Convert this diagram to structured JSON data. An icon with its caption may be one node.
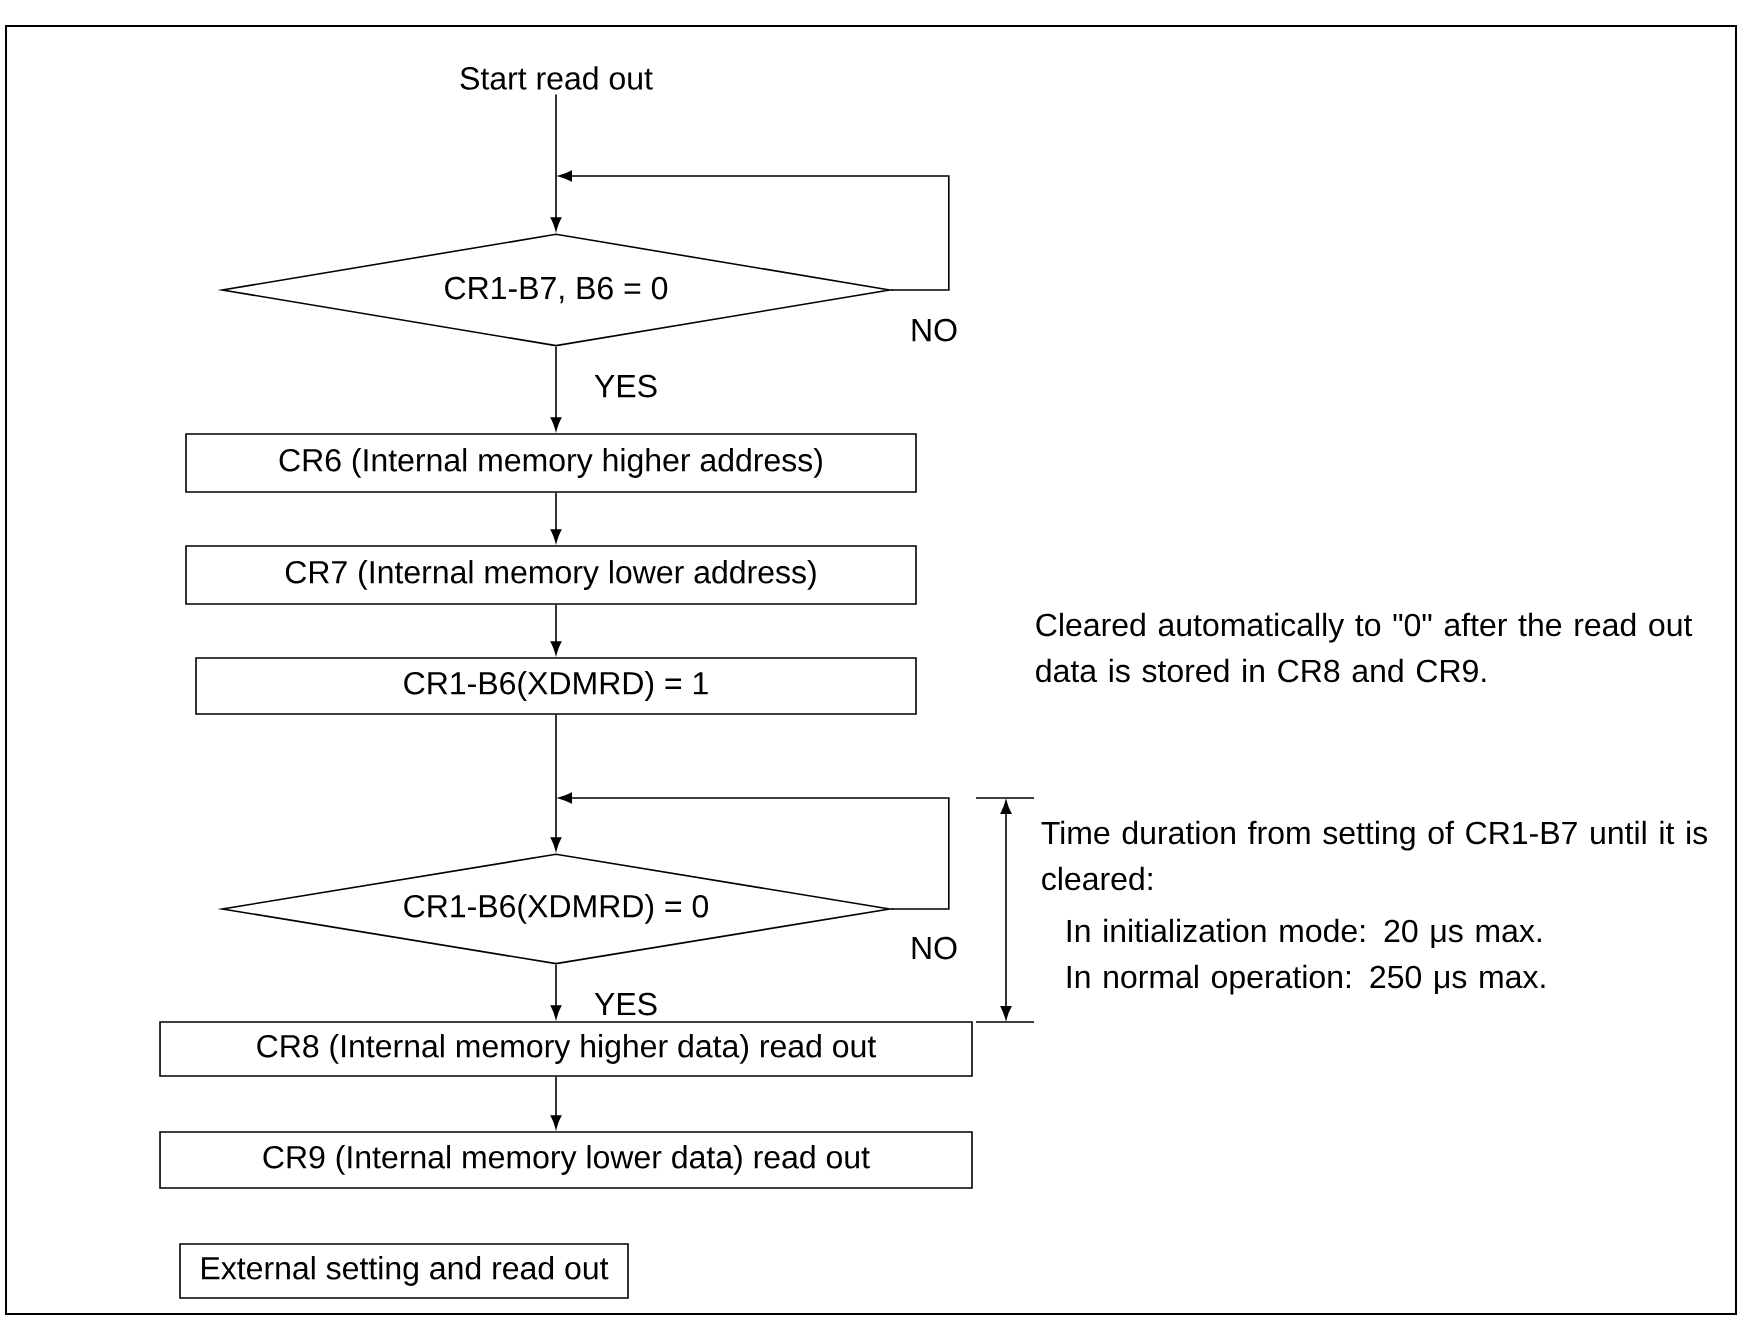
{
  "diagram": {
    "nodes": [
      {
        "text": [
          "Start read out"
        ]
      },
      {
        "text": [
          "CR1-B7, B6 = 0"
        ]
      },
      {
        "text": [
          "CR6 (Internal memory higher address)"
        ]
      },
      {
        "text": [
          "CR7 (Internal memory lower address)"
        ]
      },
      {
        "text": [
          "CR1-B6(XDMRD) = 1"
        ]
      },
      {
        "text": [
          "CR1-B6(XDMRD) = 0"
        ]
      },
      {
        "text": [
          "CR8 (Internal memory higher data) read out"
        ]
      },
      {
        "text": [
          "CR9 (Internal memory lower data) read out"
        ]
      },
      {
        "text": [
          "External setting and read out"
        ]
      }
    ],
    "edges": [
      {
        "from": 0,
        "to": 1,
        "arrow": "to"
      },
      {
        "from": 1,
        "to": 1,
        "arrow": "to",
        "label": "NO"
      },
      {
        "from": 1,
        "to": 2,
        "arrow": "to",
        "label": "YES"
      },
      {
        "from": 2,
        "to": 3,
        "arrow": "to"
      },
      {
        "from": 3,
        "to": 4,
        "arrow": "to"
      },
      {
        "from": 4,
        "to": 5,
        "arrow": "to"
      },
      {
        "from": 5,
        "to": 5,
        "arrow": "to",
        "label": "NO"
      },
      {
        "from": 5,
        "to": 6,
        "arrow": "to",
        "label": "YES"
      },
      {
        "from": 6,
        "to": 7,
        "arrow": "to"
      }
    ],
    "labels": [
      "Cleared automatically to \"0\" after the read out data is stored in CR8 and CR9.",
      "Time duration from setting of CR1-B7 until it is cleared:",
      "In initialization mode: 20 μs max.",
      "In normal operation: 250 μs max."
    ]
  }
}
